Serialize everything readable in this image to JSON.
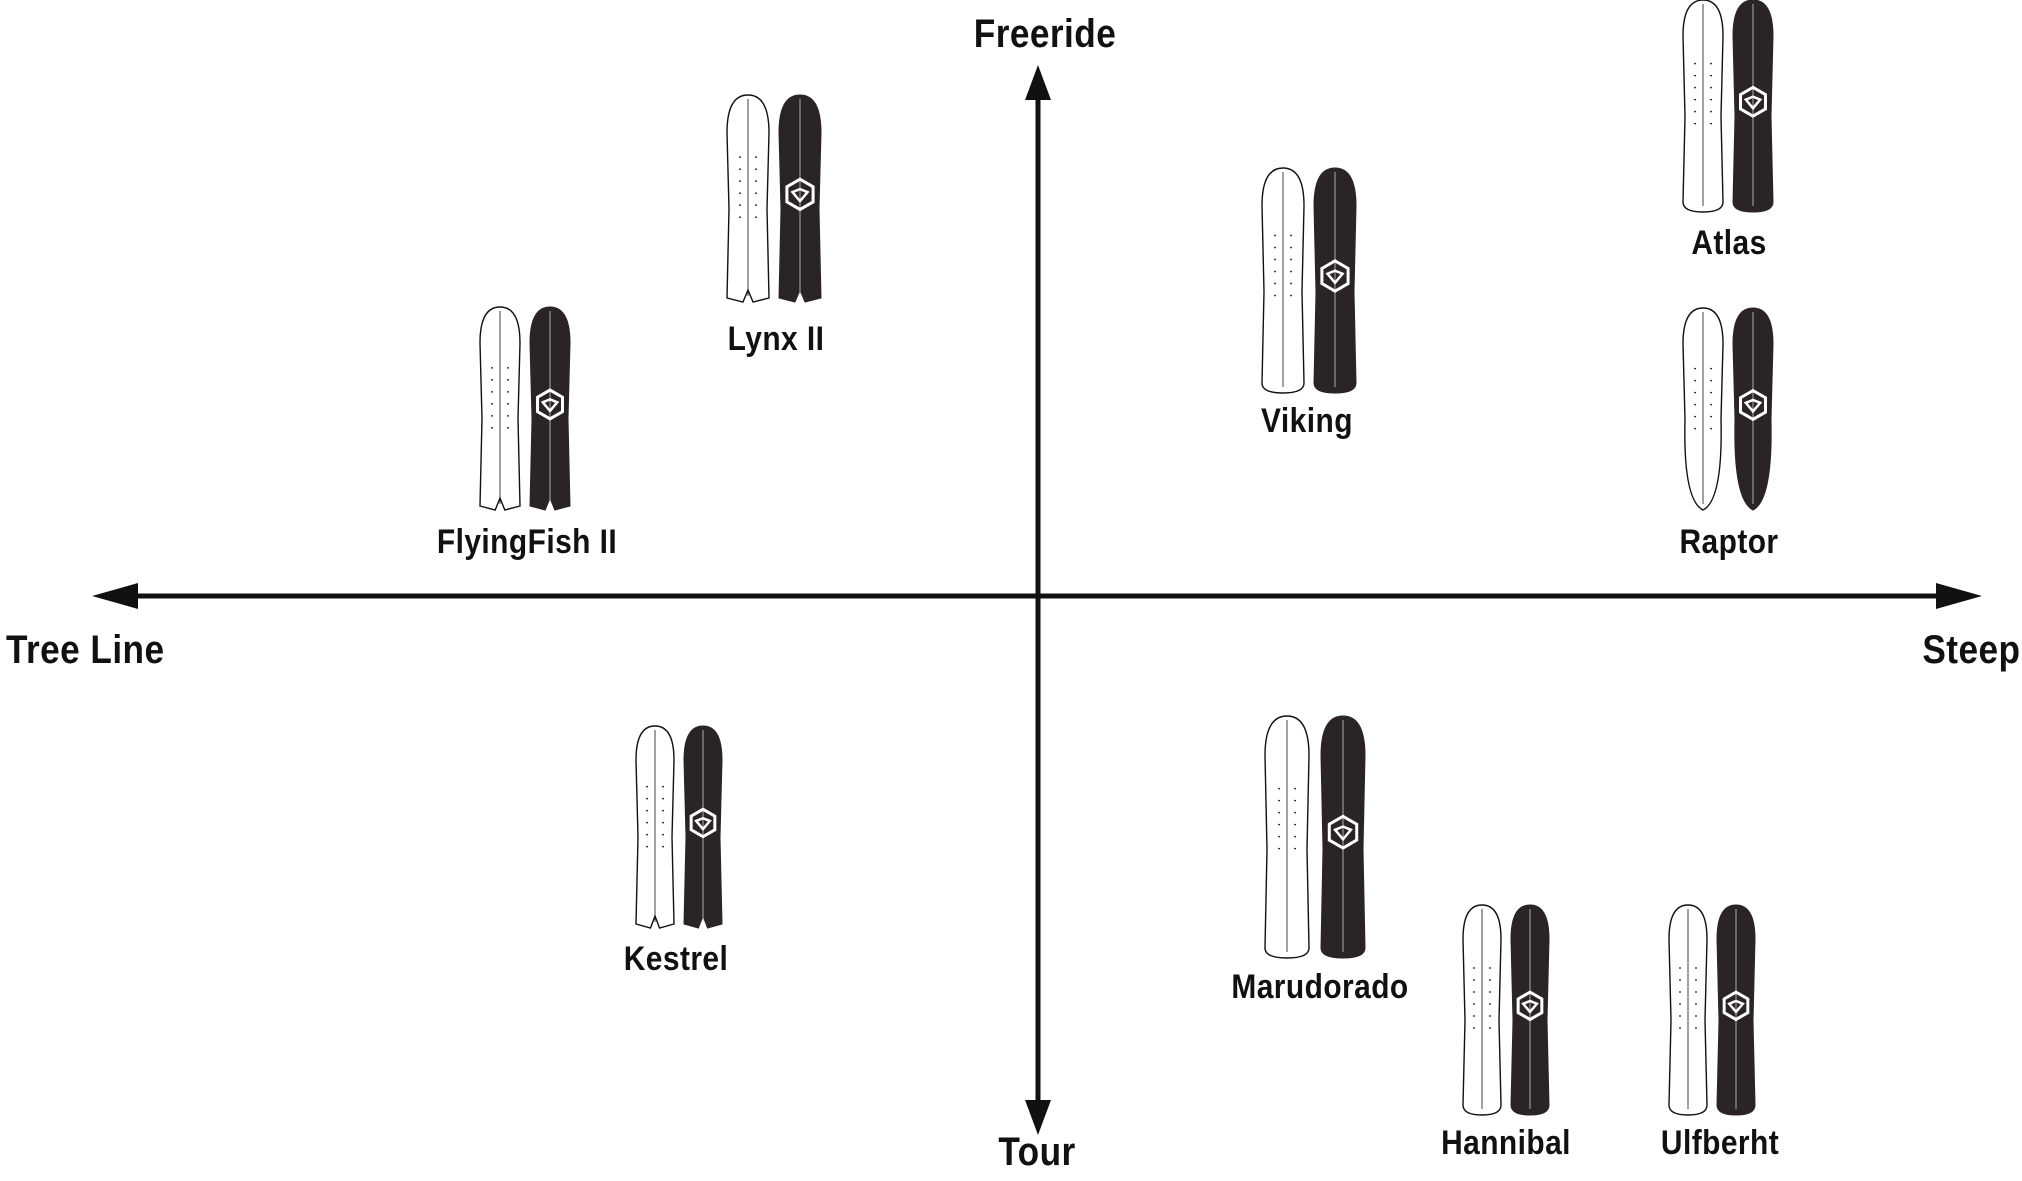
{
  "axes": {
    "top": "Freeride",
    "bottom": "Tour",
    "left": "Tree Line",
    "right": "Steep"
  },
  "boards": [
    {
      "id": "lynx",
      "name": "Lynx II"
    },
    {
      "id": "flyingfish",
      "name": "FlyingFish II"
    },
    {
      "id": "viking",
      "name": "Viking"
    },
    {
      "id": "atlas",
      "name": "Atlas"
    },
    {
      "id": "raptor",
      "name": "Raptor"
    },
    {
      "id": "kestrel",
      "name": "Kestrel"
    },
    {
      "id": "marudorado",
      "name": "Marudorado"
    },
    {
      "id": "hannibal",
      "name": "Hannibal"
    },
    {
      "id": "ulfberht",
      "name": "Ulfberht"
    }
  ],
  "colors": {
    "ink": "#111111",
    "board_dark": "#2a2424",
    "board_light": "#ffffff"
  }
}
